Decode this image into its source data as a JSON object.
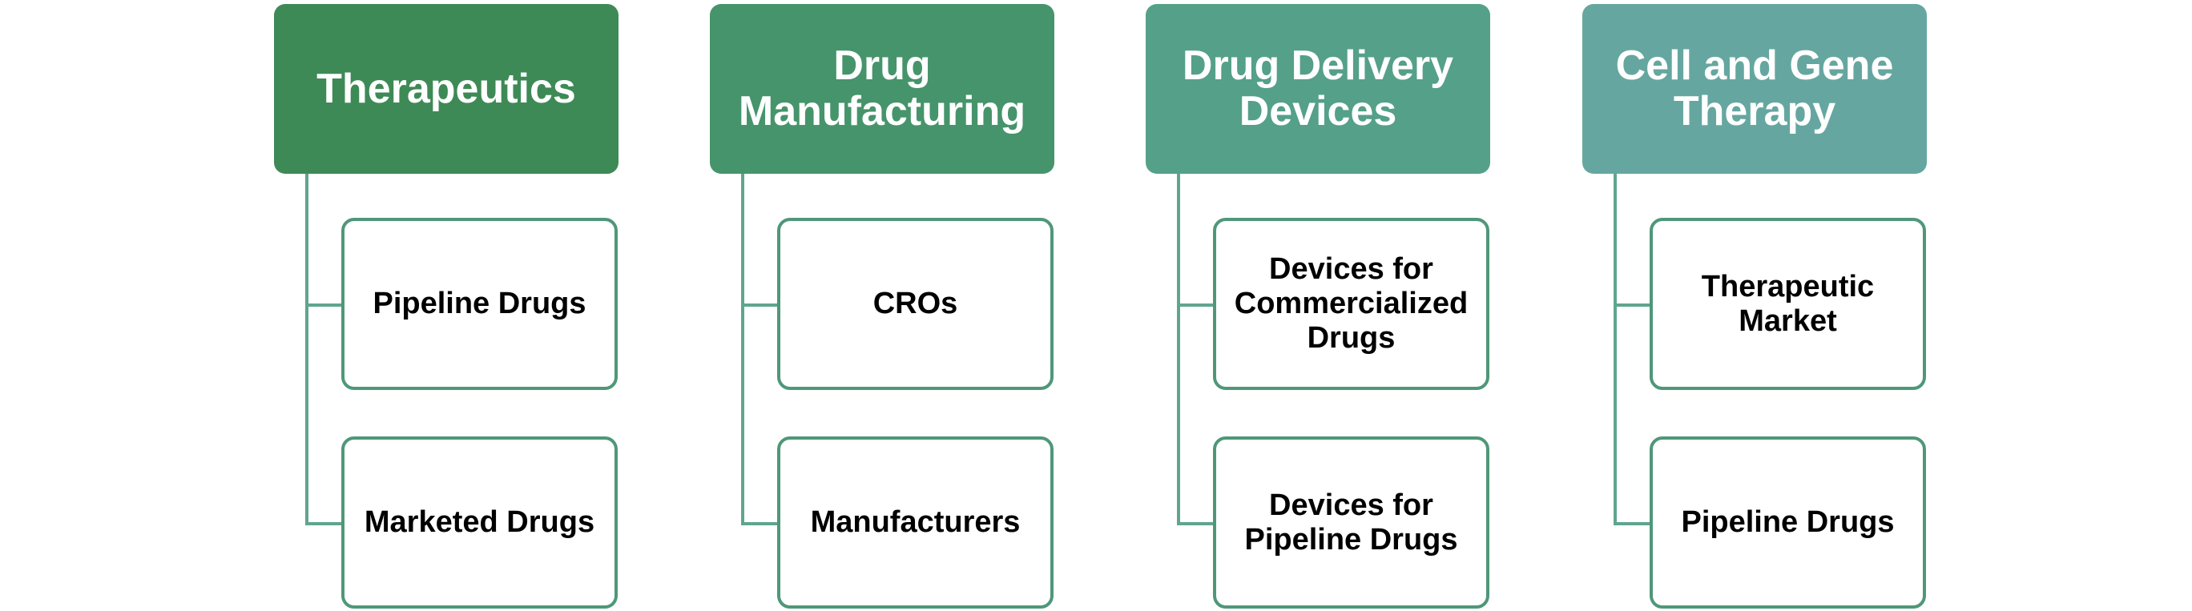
{
  "colors": {
    "header_1": "#3e8a56",
    "header_2": "#46946b",
    "header_3": "#55a088",
    "header_4": "#65a7a0",
    "connector": "#5fa58f",
    "child_border": "#4f9779"
  },
  "columns": [
    {
      "title": "Therapeutics",
      "children": [
        "Pipeline Drugs",
        "Marketed Drugs"
      ]
    },
    {
      "title": "Drug Manufacturing",
      "children": [
        "CROs",
        "Manufacturers"
      ]
    },
    {
      "title": "Drug Delivery Devices",
      "children": [
        "Devices for Commercialized Drugs",
        "Devices for Pipeline Drugs"
      ]
    },
    {
      "title": "Cell and Gene Therapy",
      "children": [
        "Therapeutic Market",
        "Pipeline Drugs"
      ]
    }
  ]
}
